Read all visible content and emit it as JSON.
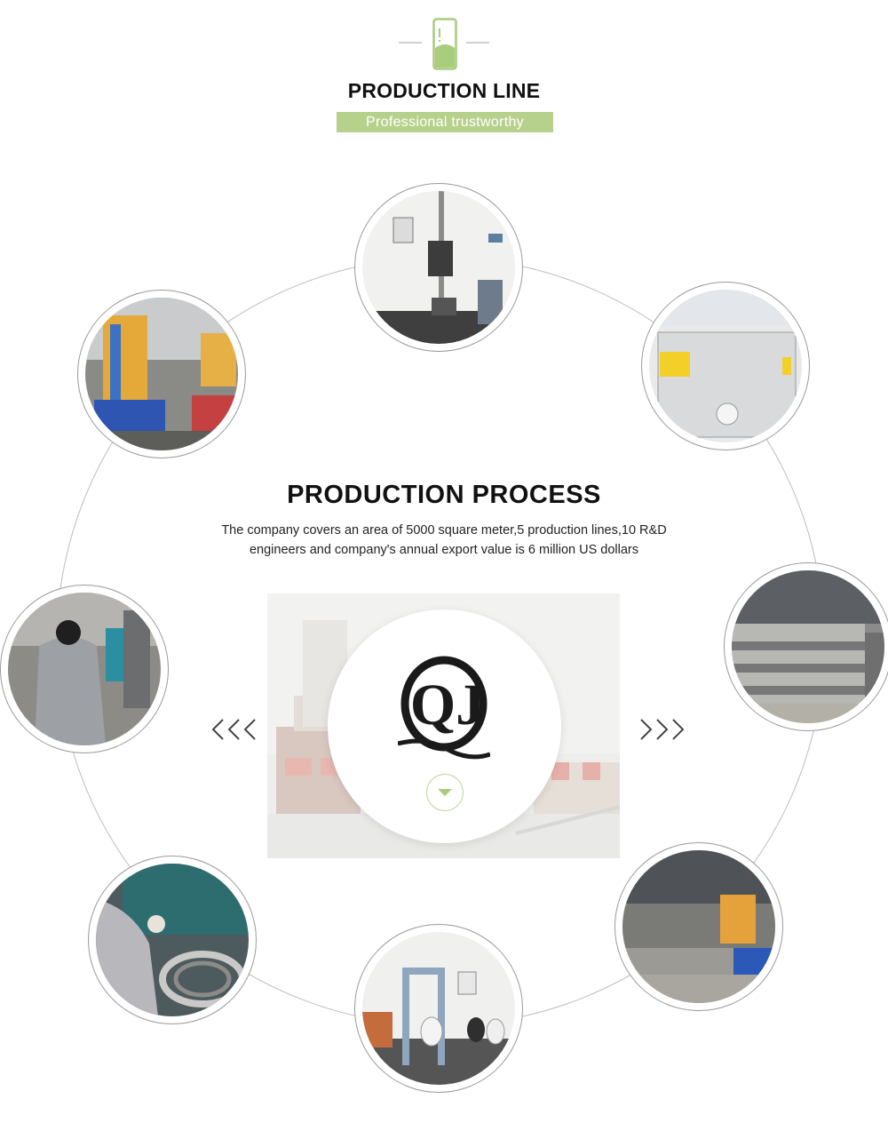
{
  "header": {
    "title": "PRODUCTION LINE",
    "subtitle": "Professional trustworthy"
  },
  "process": {
    "title": "PRODUCTION PROCESS",
    "desc_line1": "The company covers an area of 5000 square meter,5 production lines,10 R&D",
    "desc_line2": "engineers and company's annual export value is 6 million US dollars"
  },
  "logo": {
    "text": "QJ"
  },
  "colors": {
    "accent_green": "#b6d18b",
    "icon_green": "#a9cc7d",
    "text_dark": "#111111",
    "ring_gray": "#bdbdbd"
  },
  "icons": {
    "header": "bottle-icon",
    "prev": "triple-chevron-left-icon",
    "next": "triple-chevron-right-icon",
    "down": "chevron-down-icon"
  },
  "photos": [
    {
      "name": "photo-impact-tester"
    },
    {
      "name": "photo-salt-spray-chamber"
    },
    {
      "name": "photo-warehouse-rings"
    },
    {
      "name": "photo-press-workshop"
    },
    {
      "name": "photo-pedal-bin-tester"
    },
    {
      "name": "photo-worker-ring-assembly"
    },
    {
      "name": "photo-worker-machine"
    },
    {
      "name": "photo-hydraulic-press"
    }
  ]
}
